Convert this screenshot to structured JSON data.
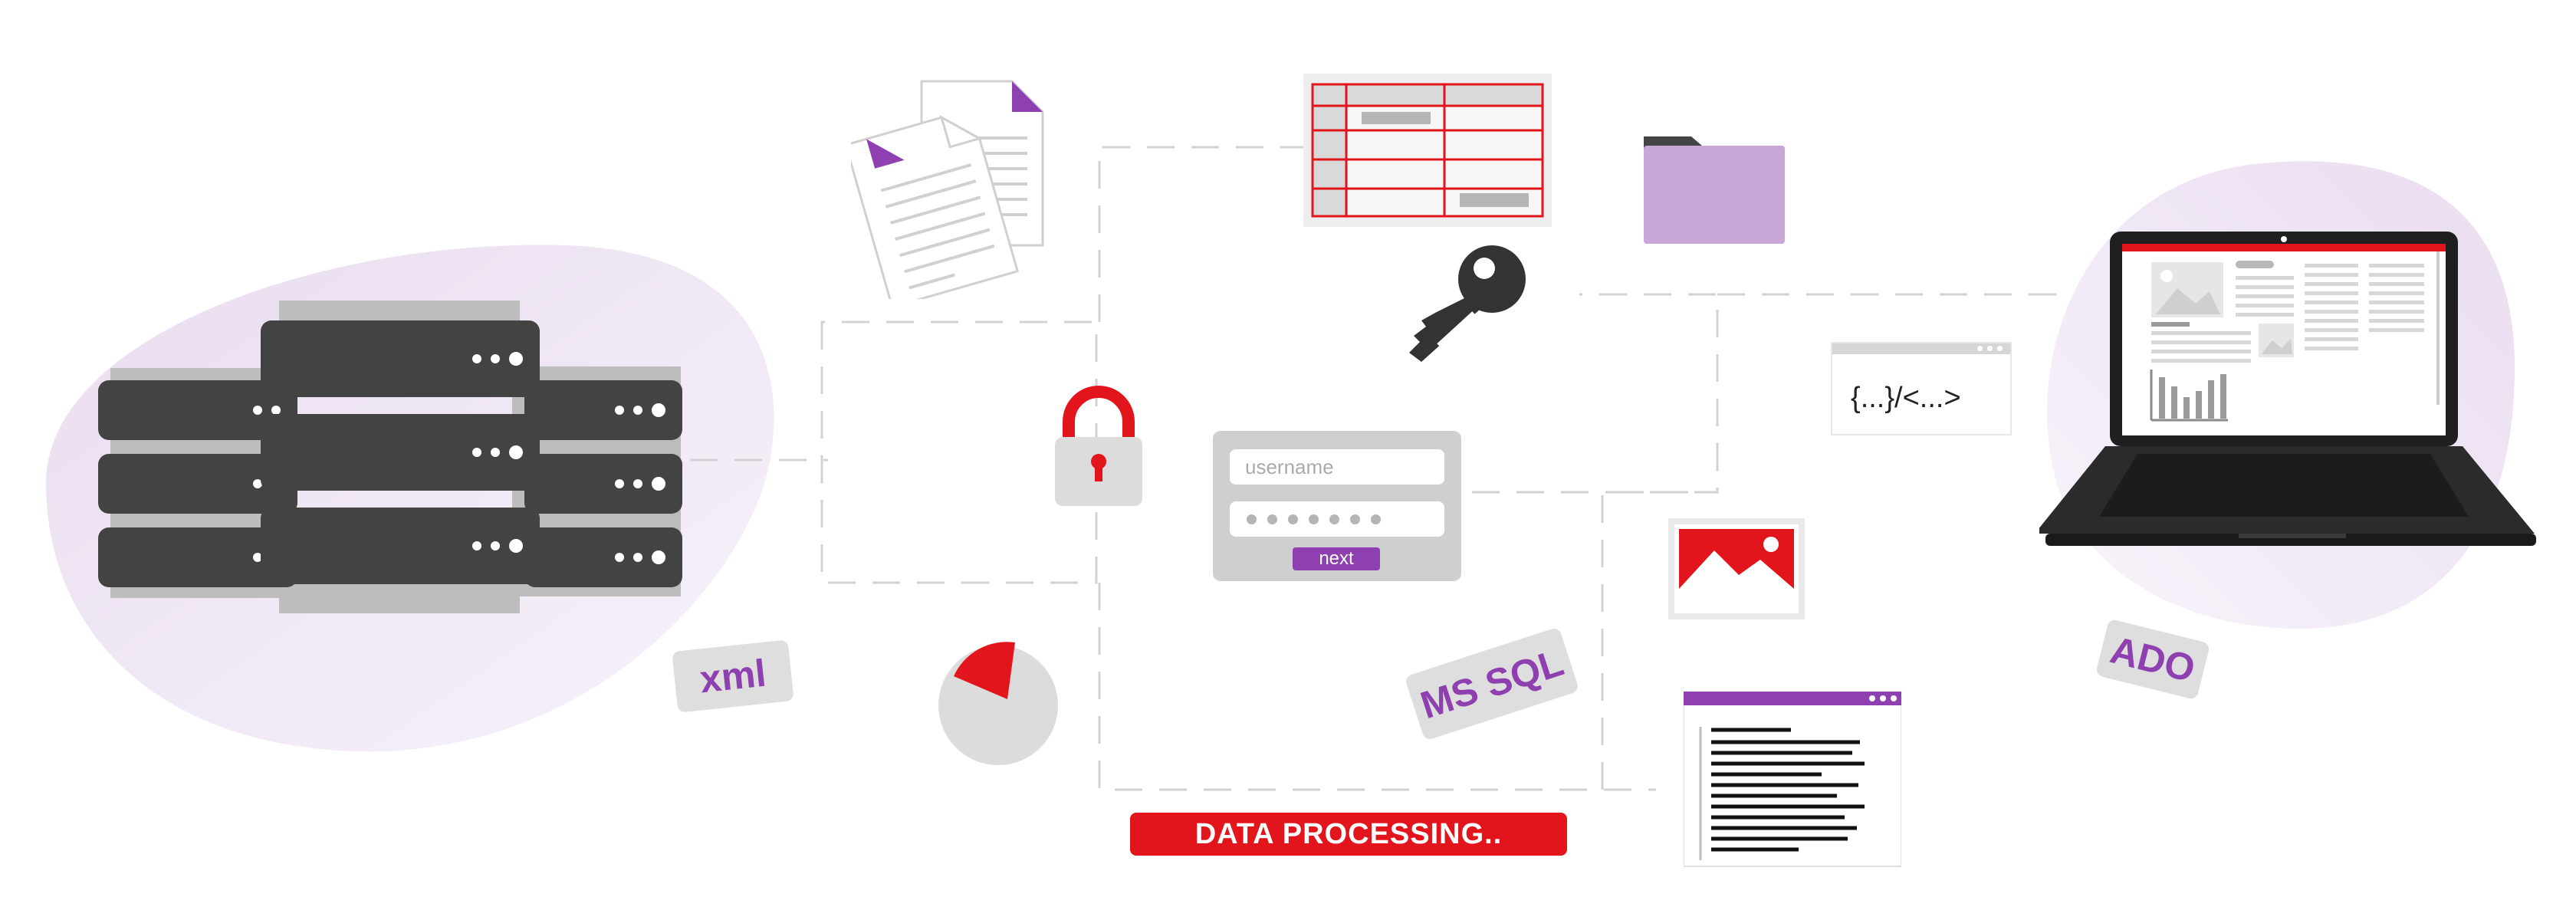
{
  "labels": {
    "xml": "xml",
    "ms_sql": "MS SQL",
    "ado": "ADO",
    "code_snippet": "{...}/<...>"
  },
  "login": {
    "username_placeholder": "username",
    "next_label": "next"
  },
  "banner": {
    "text": "DATA PROCESSING.."
  },
  "colors": {
    "accent_red": "#e3151c",
    "accent_purple": "#8e3fb0",
    "folder_purple": "#c9a6d8",
    "blob_lavender": "#ede4f3",
    "server_dark": "#434343",
    "light_gray": "#d8d8d8"
  },
  "icons": [
    "server-rack-icon",
    "documents-icon",
    "spreadsheet-icon",
    "folder-icon",
    "key-icon",
    "padlock-icon",
    "login-form-icon",
    "code-window-icon",
    "laptop-icon",
    "image-icon",
    "pie-chart-icon",
    "text-document-icon"
  ]
}
